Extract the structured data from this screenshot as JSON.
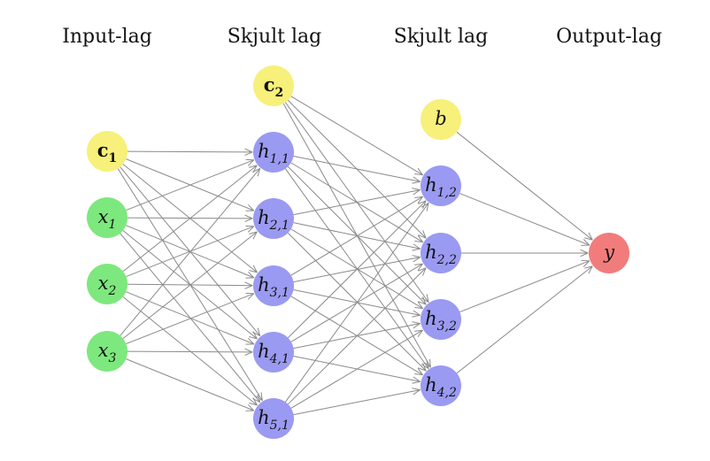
{
  "layer_titles": [
    "Input-lag",
    "Skjult lag",
    "Skjult lag",
    "Output-lag"
  ],
  "colors": {
    "bias": "#f7f07a",
    "input": "#7de87d",
    "hidden": "#9a9af2",
    "output": "#f27c7c",
    "edge": "#8a8a8a"
  },
  "nodes": [
    {
      "id": "c1",
      "layer": 0,
      "kind": "bias",
      "base": "c",
      "sub": "1"
    },
    {
      "id": "x1",
      "layer": 0,
      "kind": "input",
      "base": "x",
      "sub": "1"
    },
    {
      "id": "x2",
      "layer": 0,
      "kind": "input",
      "base": "x",
      "sub": "2"
    },
    {
      "id": "x3",
      "layer": 0,
      "kind": "input",
      "base": "x",
      "sub": "3"
    },
    {
      "id": "c2",
      "layer": 1,
      "kind": "bias",
      "base": "c",
      "sub": "2"
    },
    {
      "id": "h11",
      "layer": 1,
      "kind": "hidden",
      "base": "h",
      "sub": "1,1"
    },
    {
      "id": "h21",
      "layer": 1,
      "kind": "hidden",
      "base": "h",
      "sub": "2,1"
    },
    {
      "id": "h31",
      "layer": 1,
      "kind": "hidden",
      "base": "h",
      "sub": "3,1"
    },
    {
      "id": "h41",
      "layer": 1,
      "kind": "hidden",
      "base": "h",
      "sub": "4,1"
    },
    {
      "id": "h51",
      "layer": 1,
      "kind": "hidden",
      "base": "h",
      "sub": "5,1"
    },
    {
      "id": "b",
      "layer": 2,
      "kind": "bias-var",
      "base": "b",
      "sub": ""
    },
    {
      "id": "h12",
      "layer": 2,
      "kind": "hidden",
      "base": "h",
      "sub": "1,2"
    },
    {
      "id": "h22",
      "layer": 2,
      "kind": "hidden",
      "base": "h",
      "sub": "2,2"
    },
    {
      "id": "h32",
      "layer": 2,
      "kind": "hidden",
      "base": "h",
      "sub": "3,2"
    },
    {
      "id": "h42",
      "layer": 2,
      "kind": "hidden",
      "base": "h",
      "sub": "4,2"
    },
    {
      "id": "y",
      "layer": 3,
      "kind": "output",
      "base": "y",
      "sub": ""
    }
  ],
  "edges": [
    [
      "c1",
      "h11"
    ],
    [
      "c1",
      "h21"
    ],
    [
      "c1",
      "h31"
    ],
    [
      "c1",
      "h41"
    ],
    [
      "c1",
      "h51"
    ],
    [
      "x1",
      "h11"
    ],
    [
      "x1",
      "h21"
    ],
    [
      "x1",
      "h31"
    ],
    [
      "x1",
      "h41"
    ],
    [
      "x1",
      "h51"
    ],
    [
      "x2",
      "h11"
    ],
    [
      "x2",
      "h21"
    ],
    [
      "x2",
      "h31"
    ],
    [
      "x2",
      "h41"
    ],
    [
      "x2",
      "h51"
    ],
    [
      "x3",
      "h11"
    ],
    [
      "x3",
      "h21"
    ],
    [
      "x3",
      "h31"
    ],
    [
      "x3",
      "h41"
    ],
    [
      "x3",
      "h51"
    ],
    [
      "c2",
      "h12"
    ],
    [
      "c2",
      "h22"
    ],
    [
      "c2",
      "h32"
    ],
    [
      "c2",
      "h42"
    ],
    [
      "h11",
      "h12"
    ],
    [
      "h11",
      "h22"
    ],
    [
      "h11",
      "h32"
    ],
    [
      "h11",
      "h42"
    ],
    [
      "h21",
      "h12"
    ],
    [
      "h21",
      "h22"
    ],
    [
      "h21",
      "h32"
    ],
    [
      "h21",
      "h42"
    ],
    [
      "h31",
      "h12"
    ],
    [
      "h31",
      "h22"
    ],
    [
      "h31",
      "h32"
    ],
    [
      "h31",
      "h42"
    ],
    [
      "h41",
      "h12"
    ],
    [
      "h41",
      "h22"
    ],
    [
      "h41",
      "h32"
    ],
    [
      "h41",
      "h42"
    ],
    [
      "h51",
      "h12"
    ],
    [
      "h51",
      "h22"
    ],
    [
      "h51",
      "h32"
    ],
    [
      "h51",
      "h42"
    ],
    [
      "b",
      "y"
    ],
    [
      "h12",
      "y"
    ],
    [
      "h22",
      "y"
    ],
    [
      "h32",
      "y"
    ],
    [
      "h42",
      "y"
    ]
  ]
}
